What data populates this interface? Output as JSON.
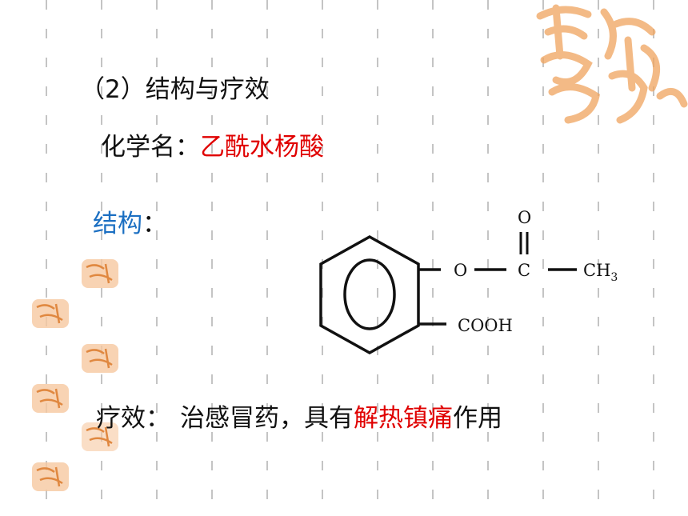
{
  "section": {
    "number": "（2）",
    "title": "结构与疗效"
  },
  "chemical_name": {
    "label": "化学名：",
    "value": "乙酰水杨酸"
  },
  "structure": {
    "label": "结构",
    "colon": "：",
    "atoms": {
      "oxygen_link": "O",
      "carbonyl_oxygen": "O",
      "carbonyl_carbon": "C",
      "methyl": "CH",
      "methyl_subscript": "3",
      "carboxyl": "COOH"
    }
  },
  "effect": {
    "label": "疗效：",
    "text_before": "治感冒药，具有",
    "highlight": "解热镇痛",
    "text_after": "作用"
  },
  "colors": {
    "highlight_red": "#e00000",
    "label_blue": "#1b6fc2",
    "seal_orange": "#f0a45e"
  },
  "decoration": {
    "seal_large_chars": "吉祥如意",
    "seal_small_chars": "吉祥如意"
  }
}
